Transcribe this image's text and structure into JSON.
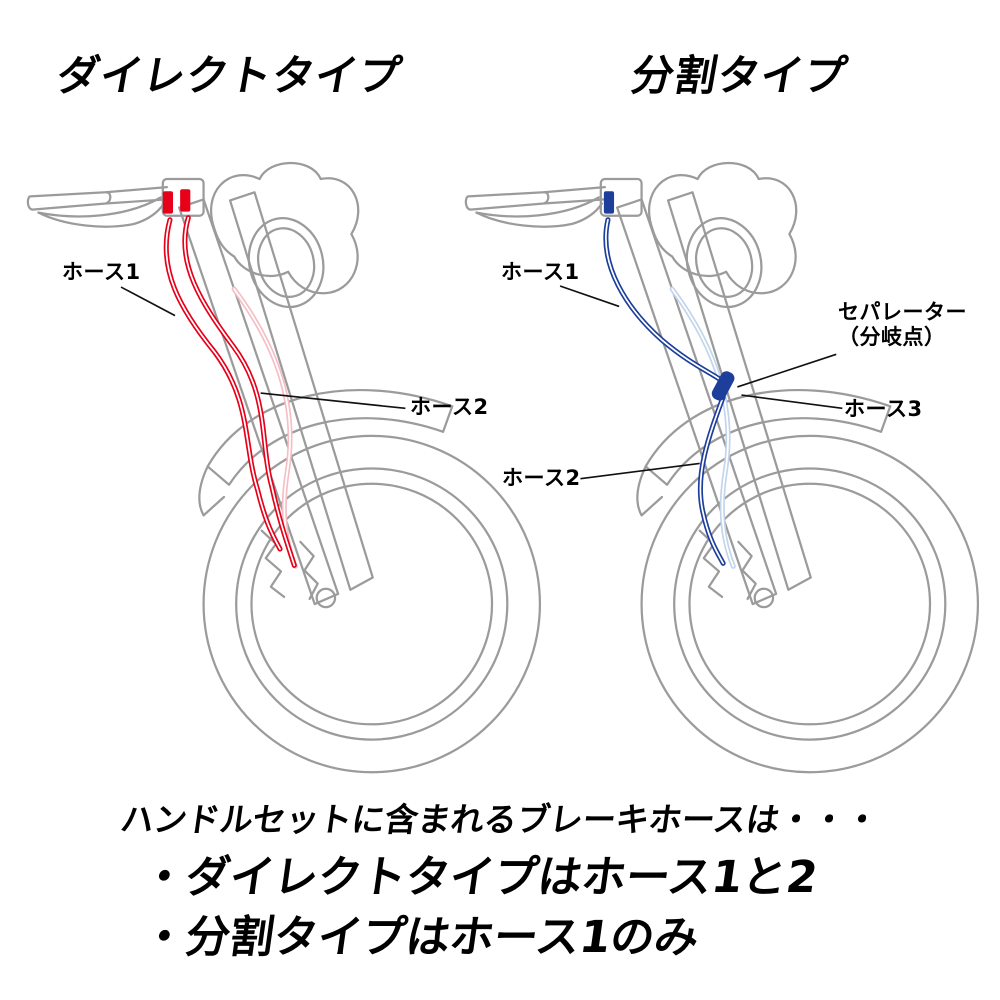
{
  "direct": {
    "title": "ダイレクトタイプ",
    "hose1_label": "ホース1",
    "hose2_label": "ホース2"
  },
  "split": {
    "title": "分割タイプ",
    "hose1_label": "ホース1",
    "hose2_label": "ホース2",
    "hose3_label": "ホース3",
    "separator_label_line1": "セパレーター",
    "separator_label_line2": "（分岐点）"
  },
  "footer": {
    "intro": "ハンドルセットに含まれるブレーキホースは・・・",
    "bullet_direct": "・ダイレクトタイプはホース1と2",
    "bullet_split": "・分割タイプはホース1のみ"
  },
  "colors": {
    "outline": "#9b9b9b",
    "leader": "#111111",
    "direct_hose": "#e60019",
    "direct_hose_pale": "#f4bfc5",
    "split_hose": "#1d3f9b",
    "split_hose_pale": "#c2d5eb"
  }
}
